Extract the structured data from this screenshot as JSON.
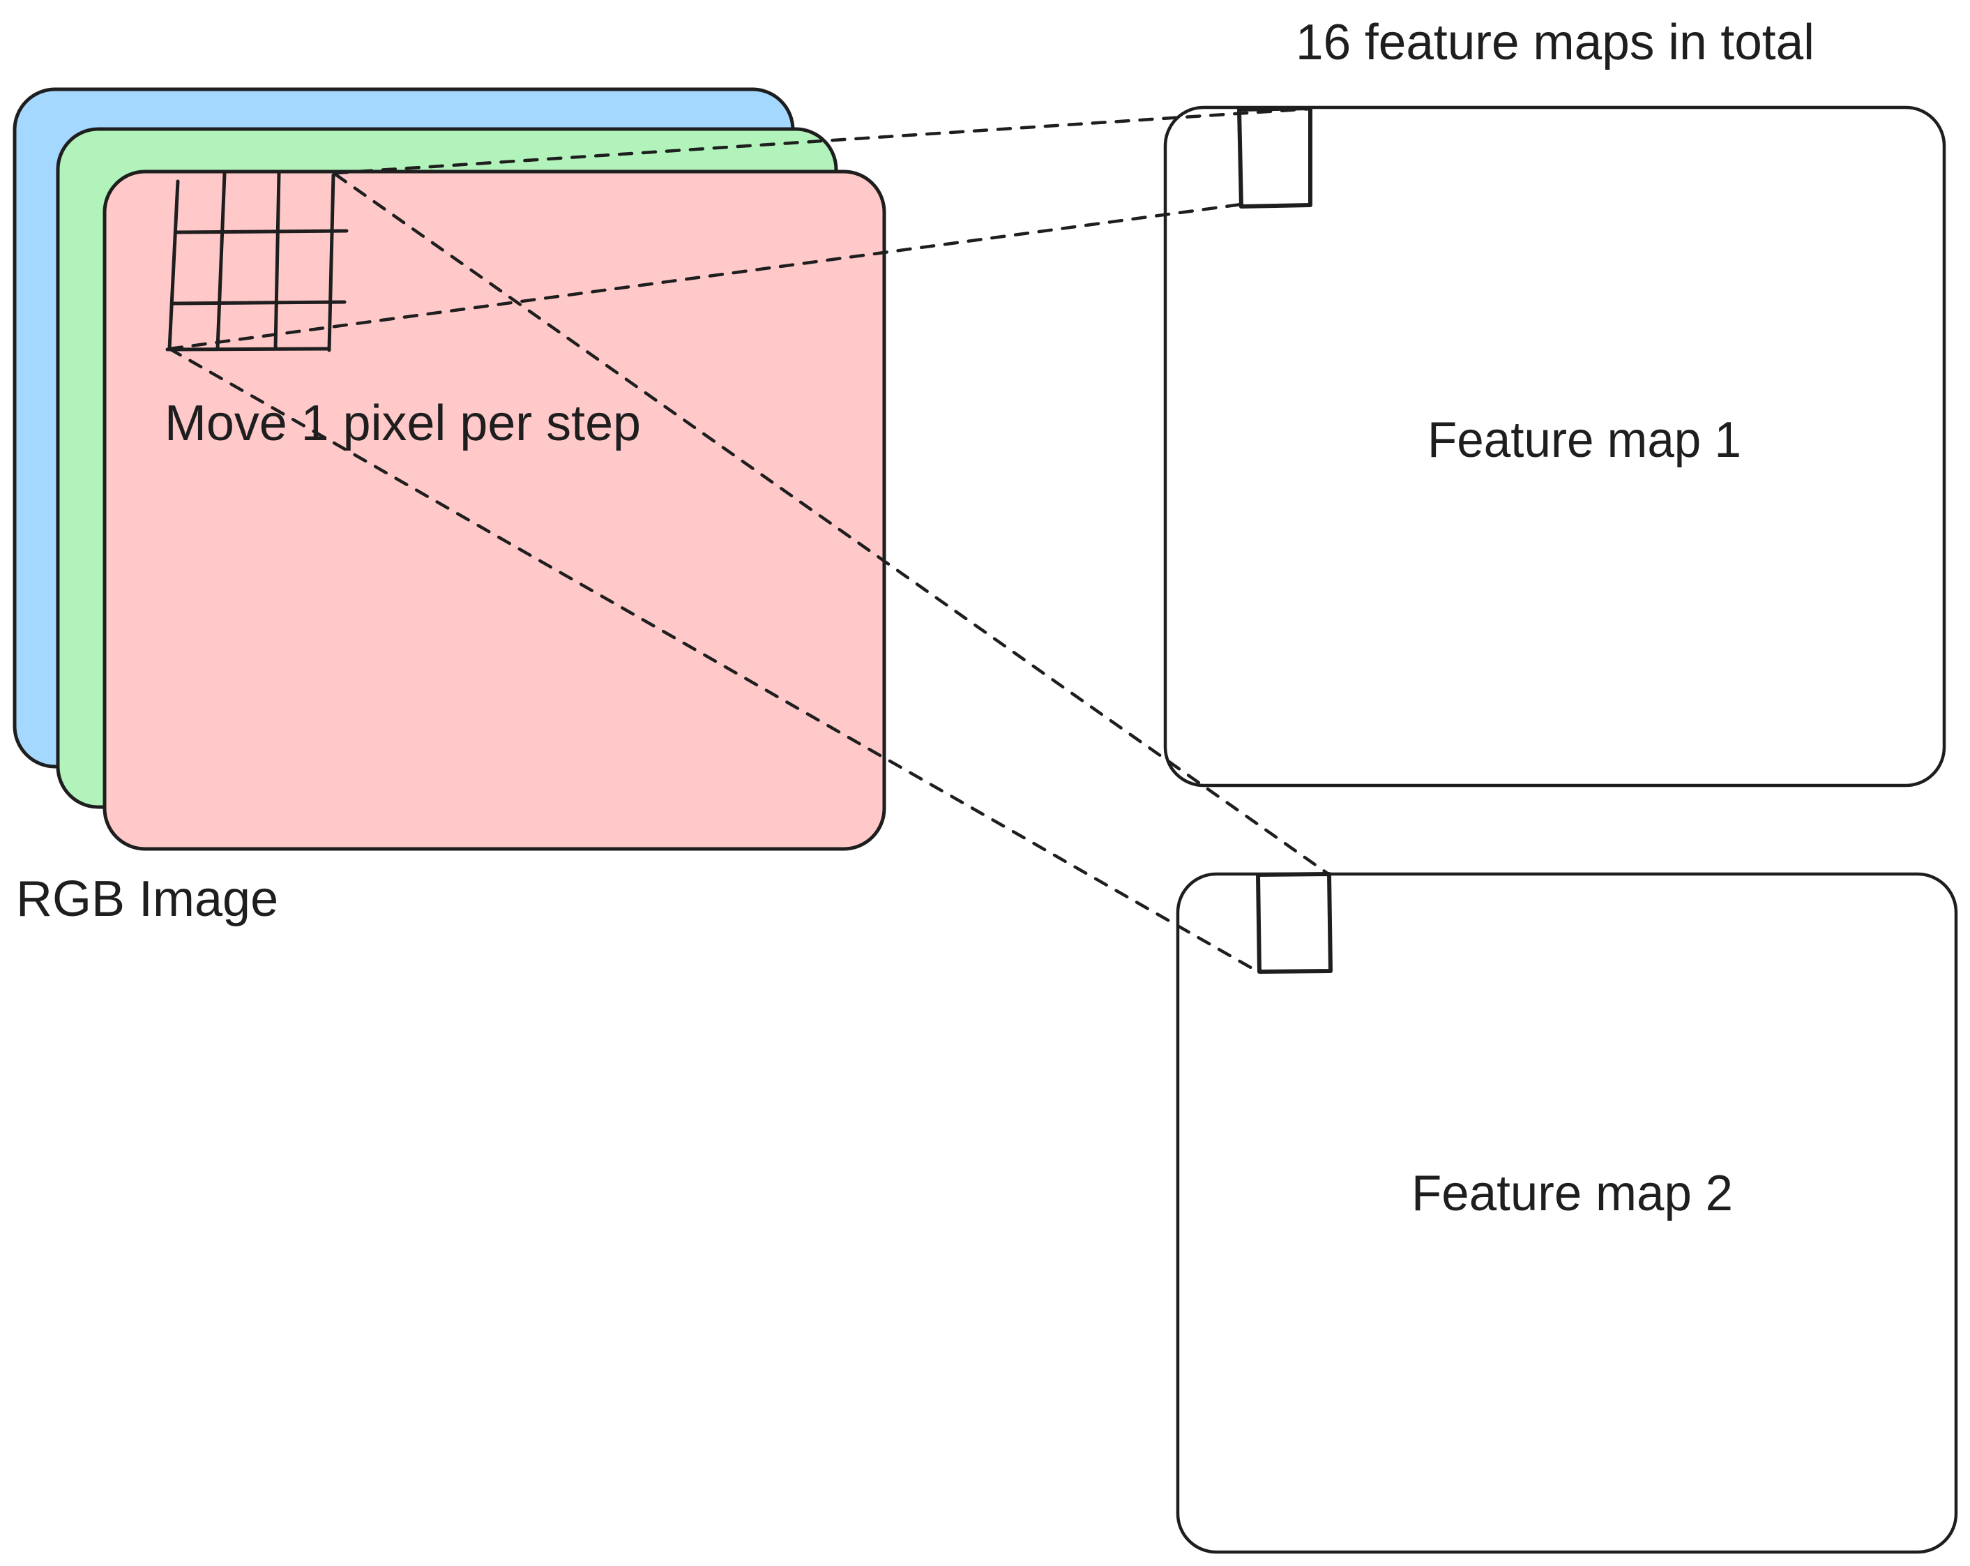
{
  "diagram": {
    "title": "Convolution with stride 1 producing feature maps",
    "colors": {
      "stroke": "#1e1e1e",
      "channel_blue": "#a5d8ff",
      "channel_green": "#b2f2bb",
      "channel_red": "#ffc9c9",
      "feature_map_fill": "#ffffff",
      "background": "#ffffff"
    },
    "input": {
      "label": "RGB Image",
      "channels": [
        {
          "name": "blue",
          "color": "#a5d8ff"
        },
        {
          "name": "green",
          "color": "#b2f2bb"
        },
        {
          "name": "red",
          "color": "#ffc9c9"
        }
      ],
      "kernel": {
        "rows": 3,
        "cols": 3
      },
      "stride_note": "Move 1 pixel per step"
    },
    "output": {
      "header": "16 feature maps in total",
      "feature_maps": [
        {
          "label": "Feature map 1"
        },
        {
          "label": "Feature map 2"
        }
      ]
    },
    "connectors": [
      {
        "from": "kernel-top-right",
        "to": "feature-map-1-cell-top-right",
        "style": "dashed"
      },
      {
        "from": "kernel-bottom-left",
        "to": "feature-map-1-cell-bottom-left",
        "style": "dashed"
      },
      {
        "from": "kernel-top-right",
        "to": "feature-map-2-cell-top-right",
        "style": "dashed"
      },
      {
        "from": "kernel-bottom-left",
        "to": "feature-map-2-cell-bottom-left",
        "style": "dashed"
      }
    ]
  }
}
